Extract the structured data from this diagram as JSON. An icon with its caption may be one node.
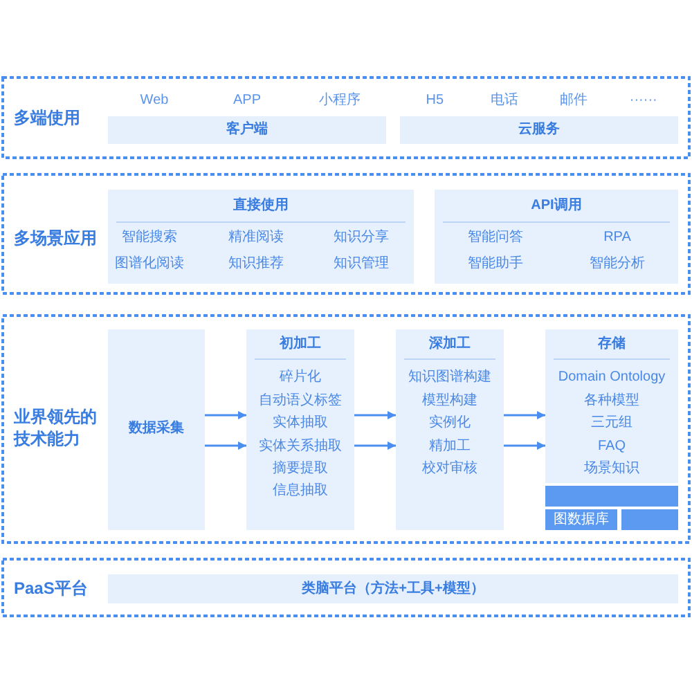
{
  "diagram": {
    "nodes": [
      {
        "text": [
          "多端使用"
        ]
      },
      {
        "text": [
          "客户端"
        ],
        "in": 0,
        "beside": [
          "Web",
          "APP",
          "小程序"
        ]
      },
      {
        "text": [
          "云服务"
        ],
        "in": 0,
        "beside": [
          "H5",
          "电话",
          "邮件",
          "······"
        ]
      },
      {
        "text": [
          "多场景应用"
        ]
      },
      {
        "text": [
          "直接使用",
          "智能搜索",
          "精准阅读",
          "知识分享",
          "图谱化阅读",
          "知识推荐",
          "知识管理"
        ],
        "in": 3
      },
      {
        "text": [
          "API调用",
          "智能问答",
          "RPA",
          "智能助手",
          "智能分析"
        ],
        "in": 3
      },
      {
        "text": [
          "业界领先的技术能力"
        ]
      },
      {
        "text": [
          "数据采集"
        ],
        "in": 6
      },
      {
        "text": [
          "初加工",
          "碎片化",
          "自动语义标签",
          "实体抽取",
          "实体关系抽取",
          "摘要提取",
          "信息抽取"
        ],
        "in": 6
      },
      {
        "text": [
          "深加工",
          "知识图谱构建",
          "模型构建",
          "实例化",
          "精加工",
          "校对审核"
        ],
        "in": 6
      },
      {
        "text": [
          "存储",
          "Domain Ontology",
          "各种模型",
          "三元组",
          "FAQ",
          "场景知识"
        ],
        "in": 6
      },
      {
        "text": [],
        "shape": "box",
        "in": 6
      },
      {
        "text": [
          "图数据库"
        ],
        "in": 6
      },
      {
        "text": [],
        "shape": "box",
        "in": 6
      },
      {
        "text": [
          "PaaS平台"
        ]
      },
      {
        "text": [
          "类脑平台（方法+工具+模型）"
        ],
        "in": 14
      }
    ],
    "edges": [
      {
        "from": 7,
        "to": 8,
        "arrow": "to"
      },
      {
        "from": 7,
        "to": 8,
        "arrow": "to"
      },
      {
        "from": 8,
        "to": 9,
        "arrow": "to"
      },
      {
        "from": 8,
        "to": 9,
        "arrow": "to"
      },
      {
        "from": 9,
        "to": 10,
        "arrow": "to"
      },
      {
        "from": 9,
        "to": 10,
        "arrow": "to"
      }
    ]
  }
}
